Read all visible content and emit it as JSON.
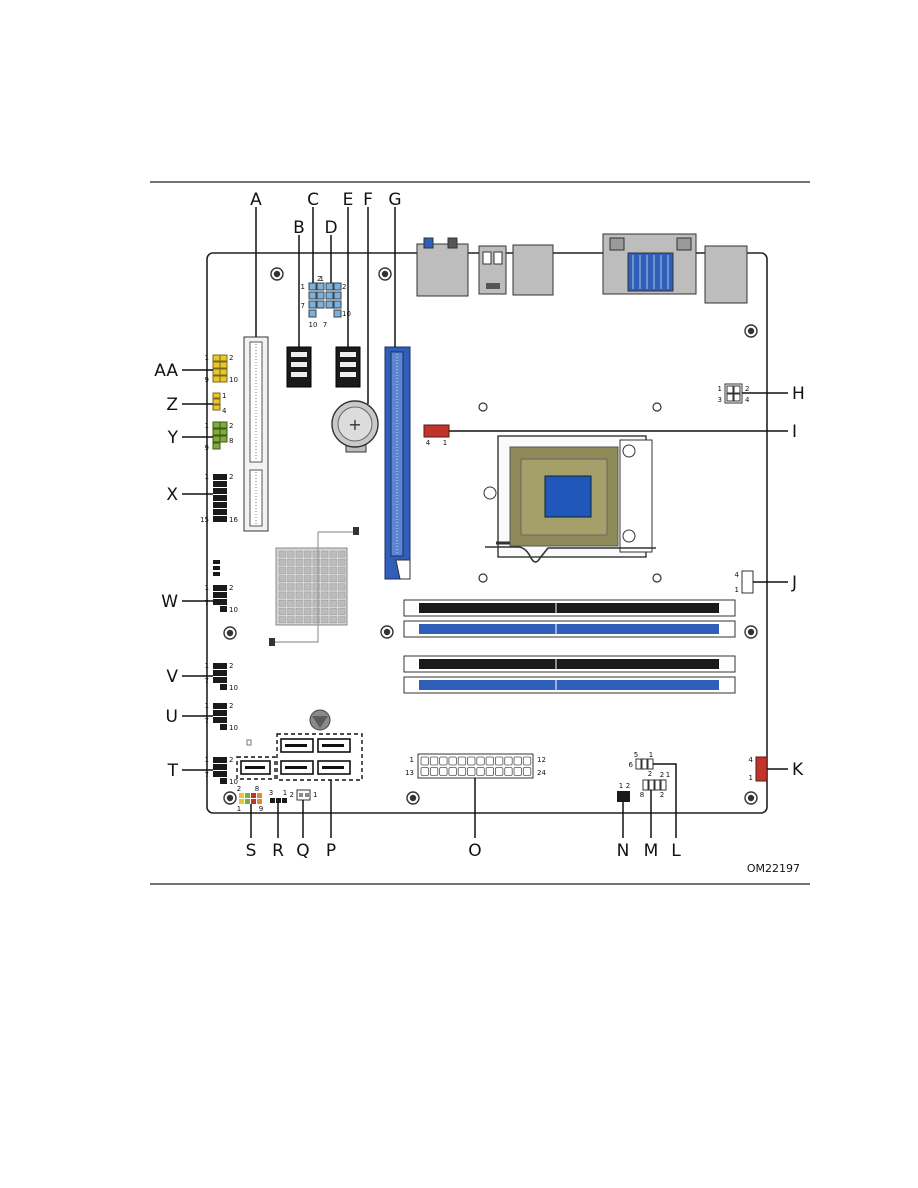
{
  "figure": {
    "figure_id": "OM22197",
    "top_labels": [
      "A",
      "B",
      "C",
      "D",
      "E",
      "F",
      "G"
    ],
    "left_labels": [
      "AA",
      "Z",
      "Y",
      "X",
      "W",
      "V",
      "U",
      "T"
    ],
    "right_labels": [
      "H",
      "I",
      "J",
      "K"
    ],
    "bottom_labels": [
      "S",
      "R",
      "Q",
      "P",
      "O",
      "N",
      "M",
      "L"
    ],
    "pin_numbers": {
      "cd_top": [
        "1",
        "2",
        "1",
        "2"
      ],
      "cd_bottom": [
        "7",
        "10",
        "7",
        "10"
      ],
      "aa": [
        "1",
        "2",
        "9",
        "10"
      ],
      "z": [
        "1",
        "4"
      ],
      "y": [
        "1",
        "2",
        "9",
        "8"
      ],
      "x": [
        "1",
        "2",
        "15",
        "16"
      ],
      "w": [
        "1",
        "2",
        "7",
        "10"
      ],
      "v": [
        "1",
        "2",
        "7",
        "10"
      ],
      "u": [
        "1",
        "2",
        "7",
        "10"
      ],
      "t": [
        "1",
        "2",
        "7",
        "10"
      ],
      "h": [
        "1",
        "2",
        "3",
        "4"
      ],
      "i": [
        "4",
        "1"
      ],
      "j": [
        "4",
        "1"
      ],
      "k": [
        "4",
        "1"
      ],
      "o": [
        "1",
        "12",
        "13",
        "24"
      ],
      "l": [
        "5",
        "1",
        "6",
        "2"
      ],
      "m": [
        "2",
        "1",
        "8",
        "2"
      ],
      "n": [
        "1",
        "2"
      ],
      "s": [
        "2",
        "8",
        "1",
        "9"
      ],
      "r": [
        "3",
        "1"
      ],
      "q": [
        "2",
        "1"
      ]
    },
    "colors": {
      "board_outline": "#222222",
      "black_connector": "#1a1a1a",
      "blue_slot": "#2f5fb8",
      "yellow_header": "#e6c72e",
      "green_header": "#7faa3c",
      "red_connector": "#c0342b",
      "light_blue_header": "#7fb0d8",
      "cpu_socket": "#8f8a5a",
      "cpu_die": "#1f57b8",
      "grey_part": "#bdbdbd"
    }
  }
}
